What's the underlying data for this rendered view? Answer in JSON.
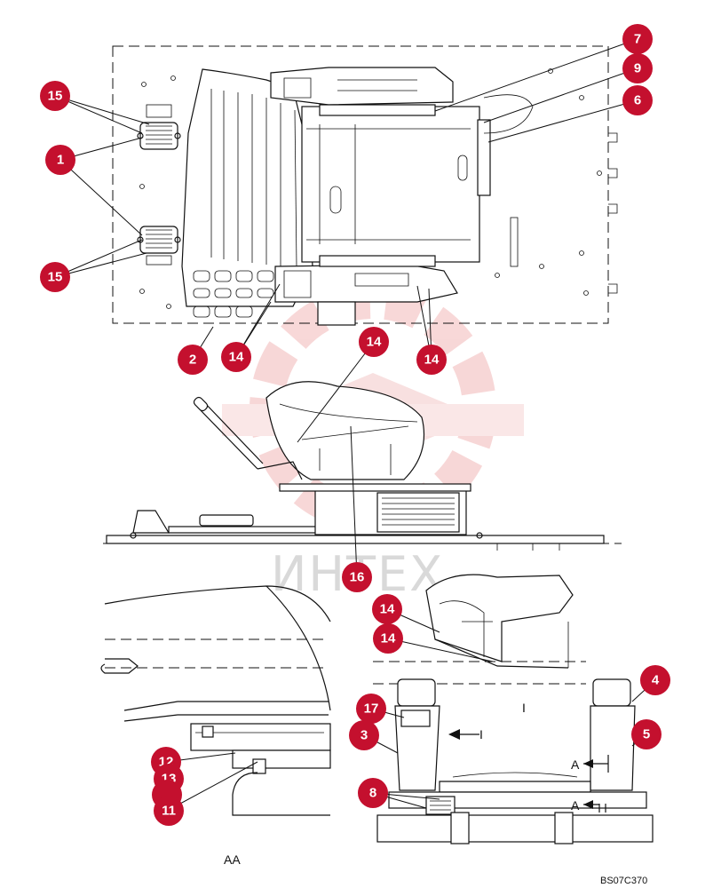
{
  "callouts": [
    {
      "num": "1"
    },
    {
      "num": "2"
    },
    {
      "num": "3"
    },
    {
      "num": "4"
    },
    {
      "num": "5"
    },
    {
      "num": "6"
    },
    {
      "num": "7"
    },
    {
      "num": "8"
    },
    {
      "num": "9"
    },
    {
      "num": "11"
    },
    {
      "num": "12"
    },
    {
      "num": "13"
    },
    {
      "num": "14"
    },
    {
      "num": "15"
    },
    {
      "num": "16"
    },
    {
      "num": "17"
    }
  ],
  "labels": {
    "section_aa": "AA",
    "view_i": "I",
    "arrow_i": "I",
    "marker_a": "A",
    "drawing_code": "BS07C370"
  },
  "watermark": {
    "text": "ИНТЕХ",
    "color": "#f2c4c4"
  },
  "colors": {
    "callout": "#c4102e",
    "callout_text": "#ffffff",
    "line": "#111111"
  }
}
